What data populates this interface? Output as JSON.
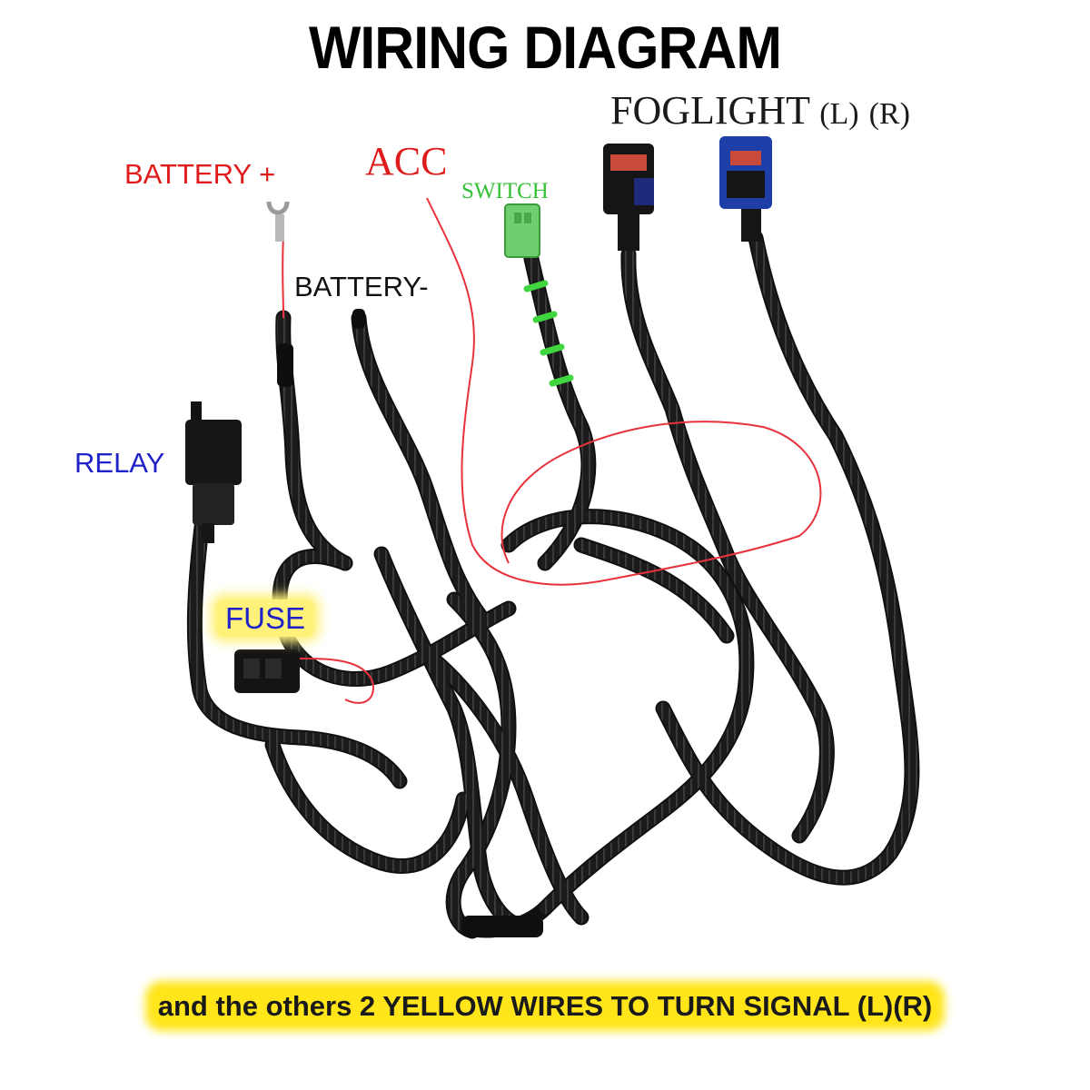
{
  "diagram": {
    "title": "WIRING DIAGRAM",
    "labels": {
      "foglight": "FOGLIGHT",
      "foglight_left": "(L)",
      "foglight_right": "(R)",
      "battery_plus": "BATTERY +",
      "acc": "ACC",
      "switch": "SWITCH",
      "battery_minus": "BATTERY-",
      "relay": "RELAY",
      "fuse": "FUSE"
    },
    "footer_note": "and the others  2 YELLOW WIRES TO TURN SIGNAL (L)(R)",
    "colors": {
      "wire_loom": "#1b1b1b",
      "wire_red": "#e8323c",
      "switch_connector": "#6fcf6f",
      "fog_connector_left": "#1e2a7a",
      "fog_connector_right": "#1e3fa8",
      "label_red": "#e01b1b",
      "label_green": "#37c137",
      "label_blue": "#1f22c8",
      "highlight_yellow": "#ffe51a"
    }
  }
}
